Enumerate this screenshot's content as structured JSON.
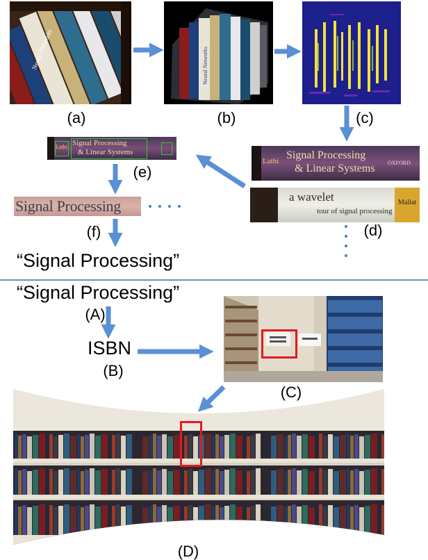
{
  "labels": {
    "a": "(a)",
    "b": "(b)",
    "c": "(c)",
    "d": "(d)",
    "e": "(e)",
    "f": "(f)",
    "A": "(A)",
    "B": "(B)",
    "C": "(C)",
    "D": "(D)"
  },
  "texts": {
    "result_top": "“Signal Processing”",
    "query_bottom": "“Signal Processing”",
    "isbn": "ISBN",
    "spine_word": "Signal Processing",
    "spine_d1_line1": "Signal Processing",
    "spine_d1_line2": "& Linear Systems",
    "spine_d1_author": "Lathi",
    "spine_d1_publisher": "OXFORD",
    "spine_d2_line1": "a wavelet",
    "spine_d2_line2": "tour of signal processing",
    "spine_d2_author": "Mallat",
    "spine_e_line1": "Signal Processing",
    "spine_e_line2": "& Linear Systems",
    "spine_e_author": "Lathi",
    "book_a1": "Neural Networks",
    "book_b1": "Neural Networks"
  },
  "colors": {
    "arrow": "#5b8fd6",
    "divider": "#6a8fc0",
    "highlight": "#e01b24",
    "text_box": "#3cc43c",
    "heatmap_bg": "#1c1f8c",
    "heatmap_fg": "#f2e23c"
  },
  "icons": [
    "arrow-right-icon",
    "arrow-down-icon",
    "arrow-diagonal-icon"
  ]
}
